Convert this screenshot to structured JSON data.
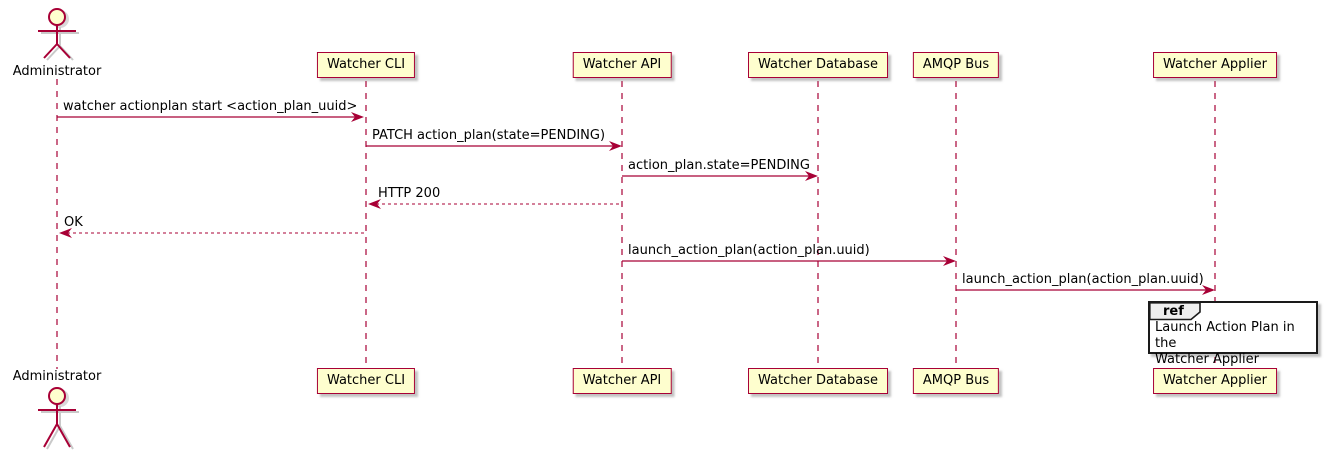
{
  "diagram": {
    "actor": {
      "name": "Administrator"
    },
    "participants": [
      {
        "label": "Watcher CLI"
      },
      {
        "label": "Watcher API"
      },
      {
        "label": "Watcher Database"
      },
      {
        "label": "AMQP Bus"
      },
      {
        "label": "Watcher Applier"
      }
    ],
    "messages": [
      {
        "from": "Administrator",
        "to": "Watcher CLI",
        "style": "solid",
        "text": "watcher actionplan start <action_plan_uuid>"
      },
      {
        "from": "Watcher CLI",
        "to": "Watcher API",
        "style": "solid",
        "text": "PATCH action_plan(state=PENDING)"
      },
      {
        "from": "Watcher API",
        "to": "Watcher Database",
        "style": "solid",
        "text": "action_plan.state=PENDING"
      },
      {
        "from": "Watcher API",
        "to": "Watcher CLI",
        "style": "dashed",
        "text": "HTTP 200"
      },
      {
        "from": "Watcher CLI",
        "to": "Administrator",
        "style": "dashed",
        "text": "OK"
      },
      {
        "from": "Watcher API",
        "to": "AMQP Bus",
        "style": "solid",
        "text": "launch_action_plan(action_plan.uuid)"
      },
      {
        "from": "AMQP Bus",
        "to": "Watcher Applier",
        "style": "solid",
        "text": "launch_action_plan(action_plan.uuid)"
      }
    ],
    "ref": {
      "keyword": "ref",
      "over": "Watcher Applier",
      "lines": [
        "Launch Action Plan in the",
        "Watcher Applier"
      ]
    },
    "colors": {
      "participant_fill": "#FEFECE",
      "border": "#A80036",
      "text": "#000000",
      "ref_tab_fill": "#EEEEEE",
      "ref_border": "#1A1A1A"
    }
  }
}
